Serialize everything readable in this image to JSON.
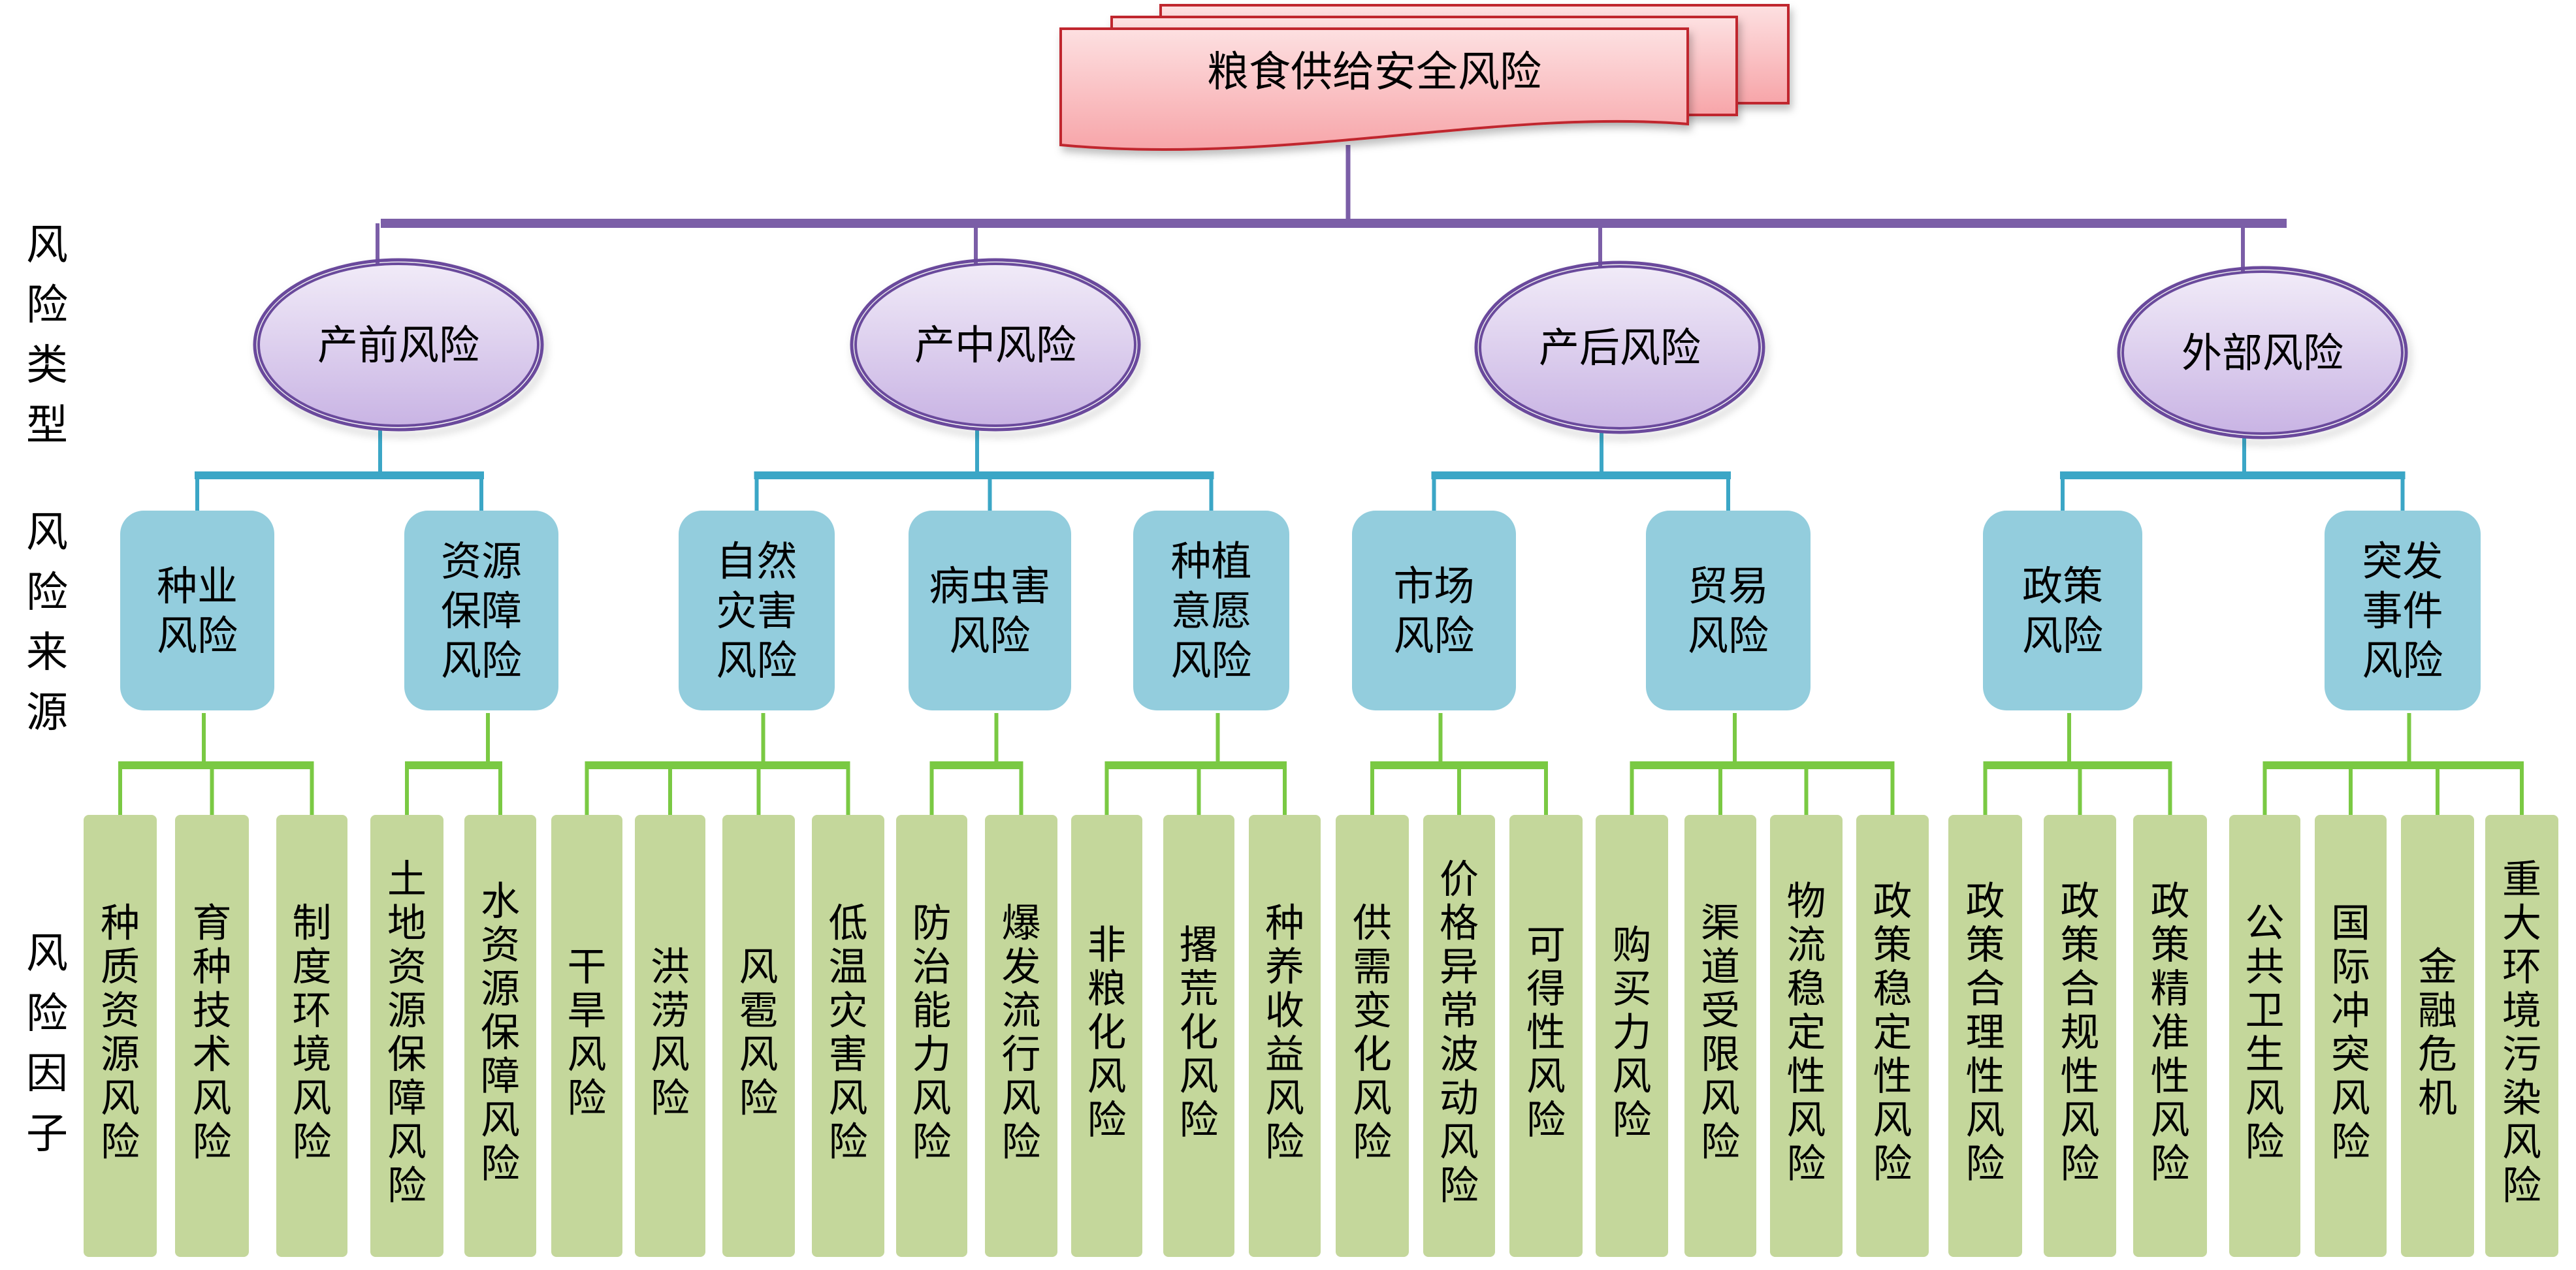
{
  "title": "粮食供给安全风险",
  "level_labels": {
    "type": "风险类型",
    "source": "风险来源",
    "factor": "风险因子"
  },
  "colors": {
    "root_fill": "#f7a8ab",
    "root_stroke": "#c0282e",
    "type_fill": "#d9c8ec",
    "type_stroke": "#6a4a9c",
    "type_connector": "#7b5ea7",
    "source_fill": "#93cddd",
    "source_connector": "#3ba6c6",
    "factor_fill": "#c4d79b",
    "factor_connector": "#7ac943"
  },
  "risk_types": [
    {
      "label": "产前风险",
      "sources": [
        {
          "label": "种业风险",
          "lines": [
            "种业",
            "风险"
          ],
          "factors": [
            "种质资源风险",
            "育种技术风险",
            "制度环境风险"
          ]
        },
        {
          "label": "资源保障风险",
          "lines": [
            "资源",
            "保障",
            "风险"
          ],
          "factors": [
            "土地资源保障风险",
            "水资源保障风险"
          ]
        }
      ]
    },
    {
      "label": "产中风险",
      "sources": [
        {
          "label": "自然灾害风险",
          "lines": [
            "自然",
            "灾害",
            "风险"
          ],
          "factors": [
            "干旱风险",
            "洪涝风险",
            "风雹风险",
            "低温灾害风险"
          ]
        },
        {
          "label": "病虫害风险",
          "lines": [
            "病虫害",
            "风险"
          ],
          "factors": [
            "防治能力风险",
            "爆发流行风险"
          ]
        },
        {
          "label": "种植意愿风险",
          "lines": [
            "种植",
            "意愿",
            "风险"
          ],
          "factors": [
            "非粮化风险",
            "撂荒化风险",
            "种养收益风险"
          ]
        }
      ]
    },
    {
      "label": "产后风险",
      "sources": [
        {
          "label": "市场风险",
          "lines": [
            "市场",
            "风险"
          ],
          "factors": [
            "供需变化风险",
            "价格异常波动风险",
            "可得性风险"
          ]
        },
        {
          "label": "贸易风险",
          "lines": [
            "贸易",
            "风险"
          ],
          "factors": [
            "购买力风险",
            "渠道受限风险",
            "物流稳定性风险",
            "政策稳定性风险"
          ]
        }
      ]
    },
    {
      "label": "外部风险",
      "sources": [
        {
          "label": "政策风险",
          "lines": [
            "政策",
            "风险"
          ],
          "factors": [
            "政策合理性风险",
            "政策合规性风险",
            "政策精准性风险"
          ]
        },
        {
          "label": "突发事件风险",
          "lines": [
            "突发",
            "事件",
            "风险"
          ],
          "factors": [
            "公共卫生风险",
            "国际冲突风险",
            "金融危机",
            "重大环境污染风险"
          ]
        }
      ]
    }
  ]
}
